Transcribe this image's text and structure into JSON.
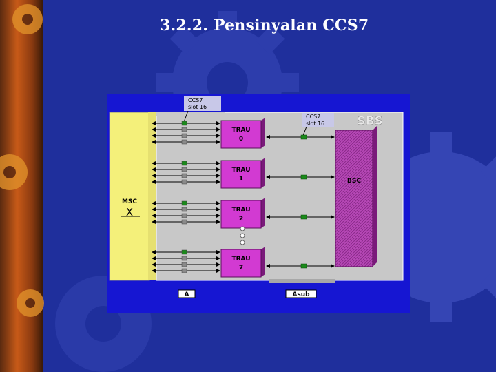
{
  "slide": {
    "title": "3.2.2. Pensinyalan CCS7"
  },
  "diagram": {
    "msc_label": "MSC",
    "switch_symbol": "X",
    "ccs7_left": [
      "CCS7",
      "slot 16"
    ],
    "ccs7_right": [
      "CCS7",
      "slot 16"
    ],
    "sbs_label": "SBS",
    "bsc_label": "BSC",
    "trau_units": [
      {
        "name": "TRAU",
        "num": "0"
      },
      {
        "name": "TRAU",
        "num": "1"
      },
      {
        "name": "TRAU",
        "num": "2"
      },
      {
        "name": "TRAU",
        "num": "7"
      }
    ],
    "interface_a": "A",
    "interface_asub": "Asub"
  },
  "colors": {
    "background": "#1f2f9c",
    "panel": "#1616d2",
    "frame": "#c8c8c8",
    "msc": "#f4f07a",
    "trau": "#d23ad2",
    "bsc": "#b040b0",
    "slot_green": "#1a8a1a"
  }
}
